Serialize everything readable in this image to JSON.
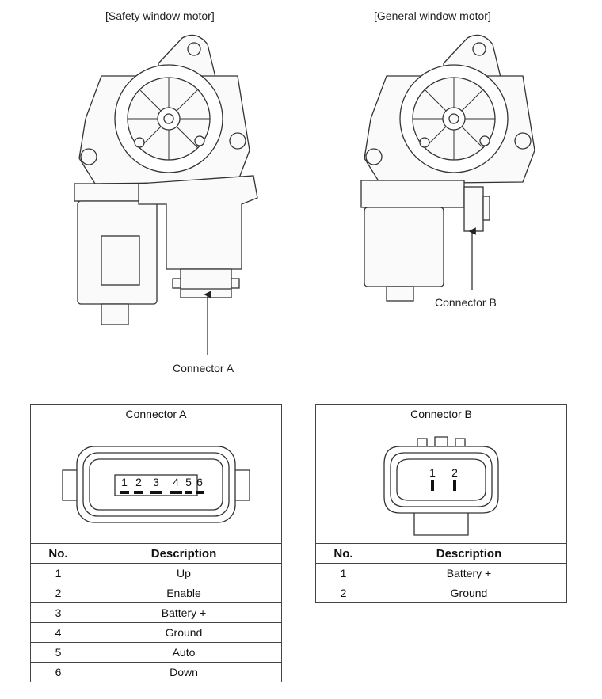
{
  "captions": {
    "safety_motor": "[Safety window motor]",
    "general_motor": "[General window motor]",
    "connector_a": "Connector A",
    "connector_b": "Connector B"
  },
  "connector_a_table": {
    "title": "Connector A",
    "headers": [
      "No.",
      "Description"
    ],
    "pin_labels": [
      "1",
      "2",
      "3",
      "4",
      "5",
      "6"
    ],
    "rows": [
      {
        "no": "1",
        "desc": "Up"
      },
      {
        "no": "2",
        "desc": "Enable"
      },
      {
        "no": "3",
        "desc": "Battery +"
      },
      {
        "no": "4",
        "desc": "Ground"
      },
      {
        "no": "5",
        "desc": "Auto"
      },
      {
        "no": "6",
        "desc": "Down"
      }
    ]
  },
  "connector_b_table": {
    "title": "Connector B",
    "headers": [
      "No.",
      "Description"
    ],
    "pin_labels": [
      "1",
      "2"
    ],
    "rows": [
      {
        "no": "1",
        "desc": "Battery +"
      },
      {
        "no": "2",
        "desc": "Ground"
      }
    ]
  }
}
